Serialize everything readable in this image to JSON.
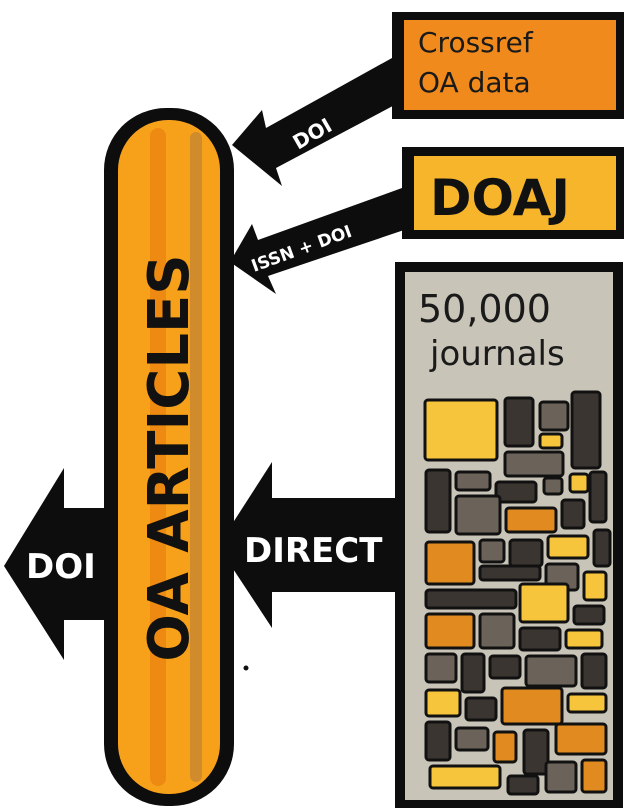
{
  "sources": {
    "crossref": {
      "line1": "Crossref",
      "line2": "OA data",
      "fill": "#f08a1c"
    },
    "doaj": {
      "label": "DOAJ",
      "fill": "#f7b52b"
    },
    "journals": {
      "count": "50,000",
      "unit": "journals",
      "fill": "#c9c4b8"
    }
  },
  "connections": {
    "crossref_arrow": "DOI",
    "doaj_arrow": "ISSN + DOI",
    "journals_arrow": "DIRECT",
    "output_arrow": "DOI"
  },
  "hub": {
    "label": "OA ARTICLES",
    "fill": "#f7a11b",
    "stripe": "#ee8a12"
  },
  "colors": {
    "outline": "#111111",
    "arrow": "#0d0d0d",
    "tile_yellow": "#f7c53b",
    "tile_orange": "#e08a20",
    "tile_dark": "#3a3530",
    "tile_grey": "#6b635a"
  }
}
